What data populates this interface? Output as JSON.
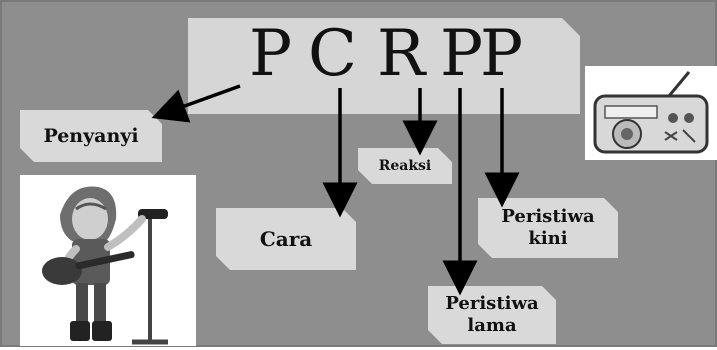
{
  "acronym": {
    "letters": [
      "P",
      "C",
      "R",
      "P",
      "P"
    ]
  },
  "boxes": {
    "penyanyi": "Penyanyi",
    "reaksi": "Reaksi",
    "cara": "Cara",
    "peristiwa_kini": [
      "Peristiwa",
      "kini"
    ],
    "peristiwa_lama": [
      "Peristiwa",
      "lama"
    ]
  },
  "colors": {
    "background": "#8e8e8e",
    "box_fill": "#d9d9d9",
    "arrow": "#000000"
  },
  "images": {
    "left": "singer-with-guitar-illustration",
    "right": "radio-illustration"
  }
}
